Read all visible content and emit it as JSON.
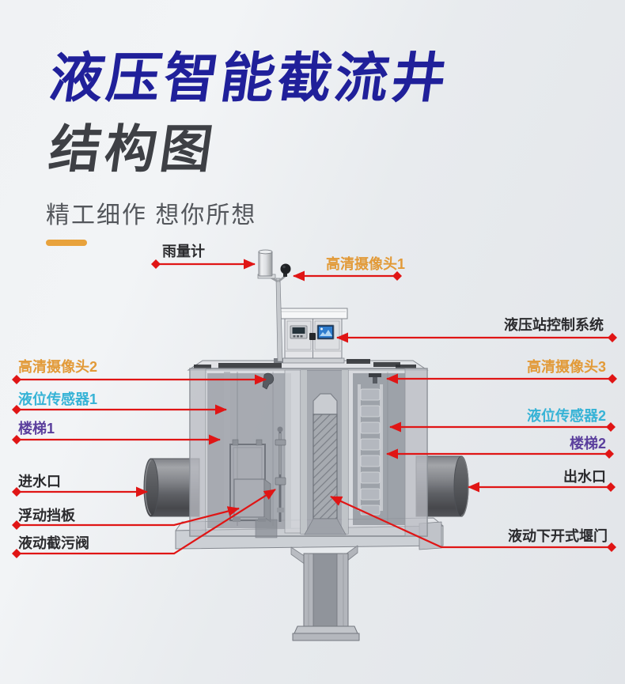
{
  "header": {
    "title_line1": "液压智能截流井",
    "title_line2": "结构图",
    "tagline": "精工细作 想你所想"
  },
  "diagram": {
    "labels": {
      "rain_gauge": "雨量计",
      "camera1": "高清摄像头1",
      "hydraulic_control": "液压站控制系统",
      "camera2": "高清摄像头2",
      "sensor1": "液位传感器1",
      "ladder1": "楼梯1",
      "inlet": "进水口",
      "float_baffle": "浮动挡板",
      "sewage_valve": "液动截污阀",
      "camera3": "高清摄像头3",
      "sensor2": "液位传感器2",
      "ladder2": "楼梯2",
      "outlet": "出水口",
      "weir_gate": "液动下开式堰门"
    },
    "label_colors": {
      "camera_orange": "#E29A38",
      "sensor_cyan": "#36B3D6",
      "ladder_purple": "#5B3F9D",
      "default_dark": "#2B2B2E",
      "connector_red": "#E01515"
    },
    "accent_pill_color": "#E8A23C",
    "title_blue": "#20209A"
  }
}
